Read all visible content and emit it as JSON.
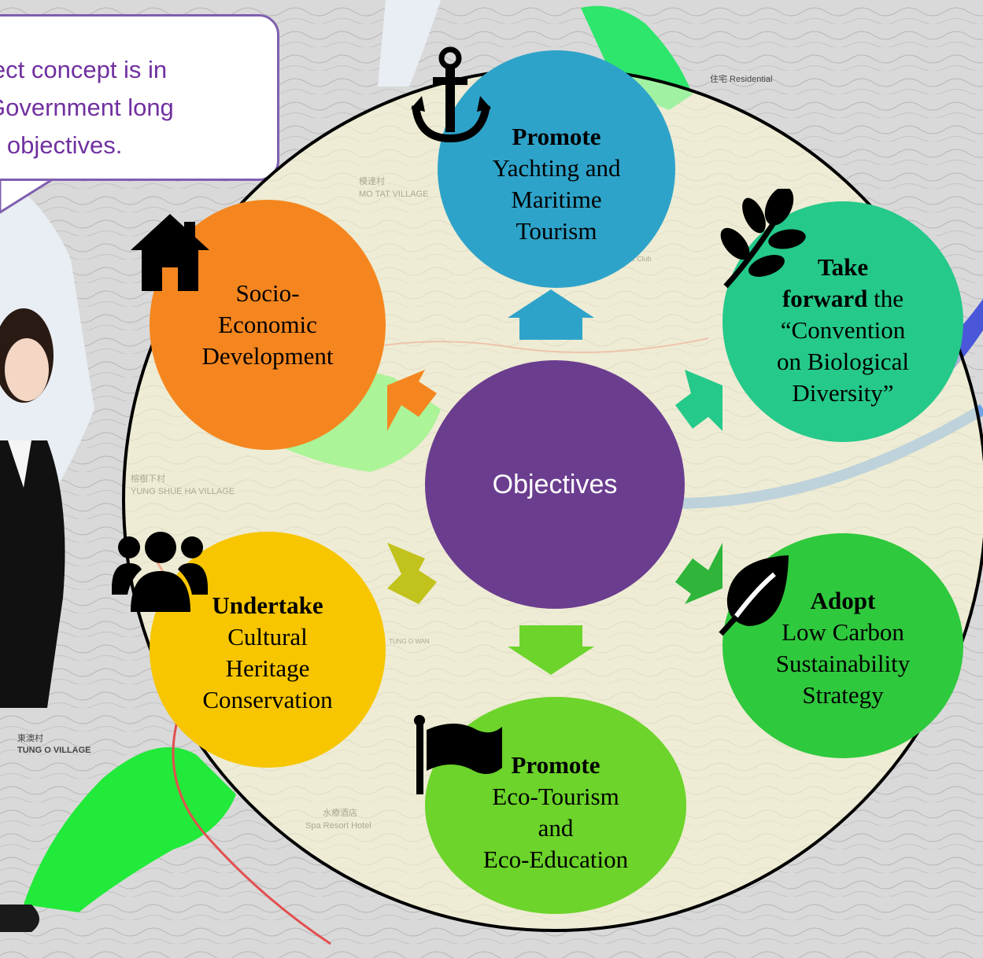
{
  "callout": {
    "lines": [
      "ject concept is in",
      " Government long",
      "n objectives."
    ]
  },
  "map_labels": {
    "residential": "住宅 Residential",
    "mo_tat_cn": "模達村",
    "mo_tat": "MO TAT VILLAGE",
    "yung_shue_cn": "榕樹下村",
    "yung_shue": "YUNG SHUE HA VILLAGE",
    "tung_o_wan": "TUNG O WAN",
    "tung_o_cn": "東澳村",
    "tung_o": "TUNG O VILLAGE",
    "resort_cn": "水療酒店",
    "resort": "Spa Resort Hotel",
    "club": "Residential Club"
  },
  "center": {
    "label": "Objectives",
    "color": "#6b3d8f"
  },
  "objectives": [
    {
      "id": "yachting",
      "bold": "Promote",
      "lines": [
        "Yachting and",
        "Maritime",
        "Tourism"
      ],
      "color": "#2ea3c9",
      "icon": "anchor-icon"
    },
    {
      "id": "biodiversity",
      "bold": "Take",
      "bold2": "forward",
      "after": " the",
      "lines": [
        "“Convention",
        "on Biological",
        "Diversity”"
      ],
      "color": "#25c98a",
      "icon": "leafy-branch-icon"
    },
    {
      "id": "low-carbon",
      "bold": "Adopt",
      "lines": [
        "Low Carbon",
        "Sustainability",
        "Strategy"
      ],
      "color": "#2fc93d",
      "icon": "leaf-icon"
    },
    {
      "id": "eco-tourism",
      "bold": "Promote",
      "lines": [
        "Eco-Tourism",
        "and",
        "Eco-Education"
      ],
      "color": "#6cd42a",
      "icon": "flag-icon"
    },
    {
      "id": "heritage",
      "bold": "Undertake",
      "lines": [
        "Cultural",
        "Heritage",
        "Conservation"
      ],
      "color": "#f7c600",
      "icon": "people-group-icon"
    },
    {
      "id": "socio-economic",
      "bold": "",
      "lines": [
        "Socio-",
        "Economic",
        "Development"
      ],
      "color": "#f5861f",
      "icon": "house-icon"
    }
  ]
}
